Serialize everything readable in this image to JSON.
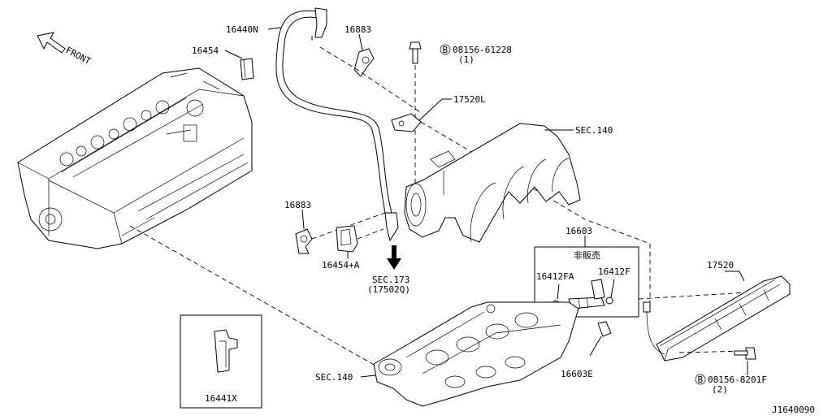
{
  "diagram_id": "J1640090",
  "front_label": "FRONT",
  "labels": {
    "p16440N": "16440N",
    "p16454": "16454",
    "p16883_top": "16883",
    "bolt_top": "08156-61228",
    "bolt_top_qty": "(1)",
    "p17520L": "17520L",
    "sec140_top": "SEC.140",
    "p16883_mid": "16883",
    "p16454A": "16454+A",
    "sec173": "SEC.173",
    "sec173_sub": "(17502Q)",
    "p16603": "16603",
    "not_sold": "非販売",
    "p16412FA": "16412FA",
    "p16412F": "16412F",
    "p17520": "17520",
    "p16603E": "16603E",
    "sec140_bottom": "SEC.140",
    "bolt_bottom": "08156-8201F",
    "bolt_bottom_qty": "(2)",
    "p16441X": "16441X",
    "bolt_marker": "B"
  }
}
